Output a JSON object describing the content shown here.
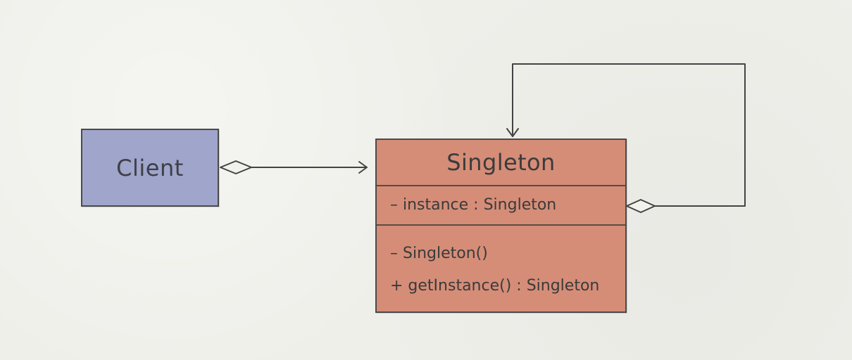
{
  "diagram": {
    "client": {
      "name": "Client",
      "fill_color": "#9fa5cb"
    },
    "singleton": {
      "name": "Singleton",
      "fill_color": "#d58d78",
      "attributes": [
        "– instance : Singleton"
      ],
      "operations": [
        "– Singleton()",
        "+ getInstance() : Singleton"
      ]
    },
    "relations": [
      {
        "from": "Client",
        "to": "Singleton",
        "type": "aggregation-navigable"
      },
      {
        "from": "Singleton",
        "to": "Singleton",
        "type": "aggregation-self"
      }
    ]
  }
}
